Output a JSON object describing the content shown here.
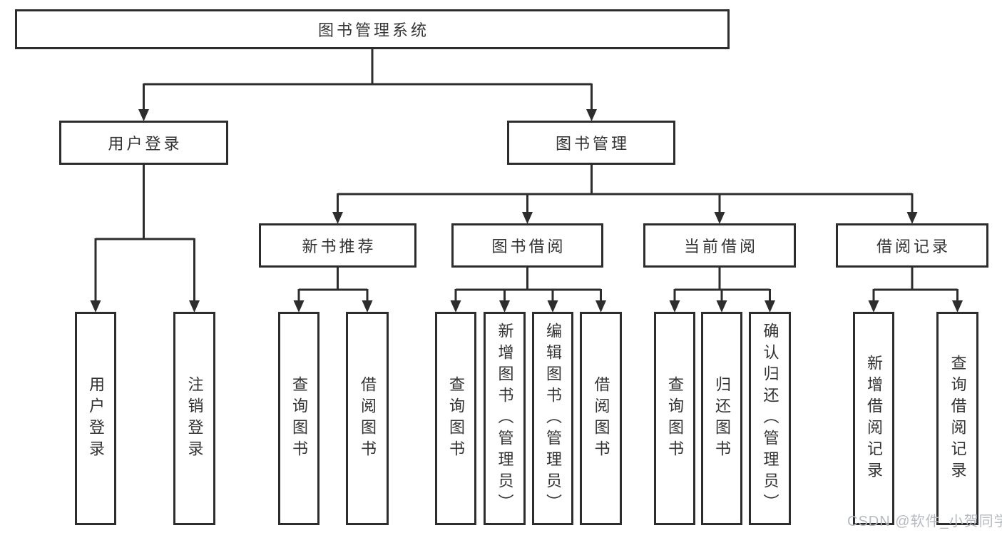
{
  "diagram": {
    "root": {
      "label": "图书管理系统"
    },
    "branches": [
      {
        "label": "用户登录",
        "leaves": [
          "用户登录",
          "注销登录"
        ]
      },
      {
        "label": "图书管理",
        "groups": [
          {
            "label": "新书推荐",
            "leaves": [
              "查询图书",
              "借阅图书"
            ]
          },
          {
            "label": "图书借阅",
            "leaves": [
              "查询图书",
              "新增图书（管理员）",
              "编辑图书（管理员）",
              "借阅图书"
            ]
          },
          {
            "label": "当前借阅",
            "leaves": [
              "查询图书",
              "归还图书",
              "确认归还（管理员）"
            ]
          },
          {
            "label": "借阅记录",
            "leaves": [
              "新增借阅记录",
              "查询借阅记录"
            ]
          }
        ]
      }
    ]
  },
  "watermark": {
    "text": "CSDN @软件_小贺同学",
    "color": "#b7bbc1"
  },
  "colors": {
    "line": "#2d2d2d",
    "text": "#333333",
    "background": "#ffffff"
  }
}
